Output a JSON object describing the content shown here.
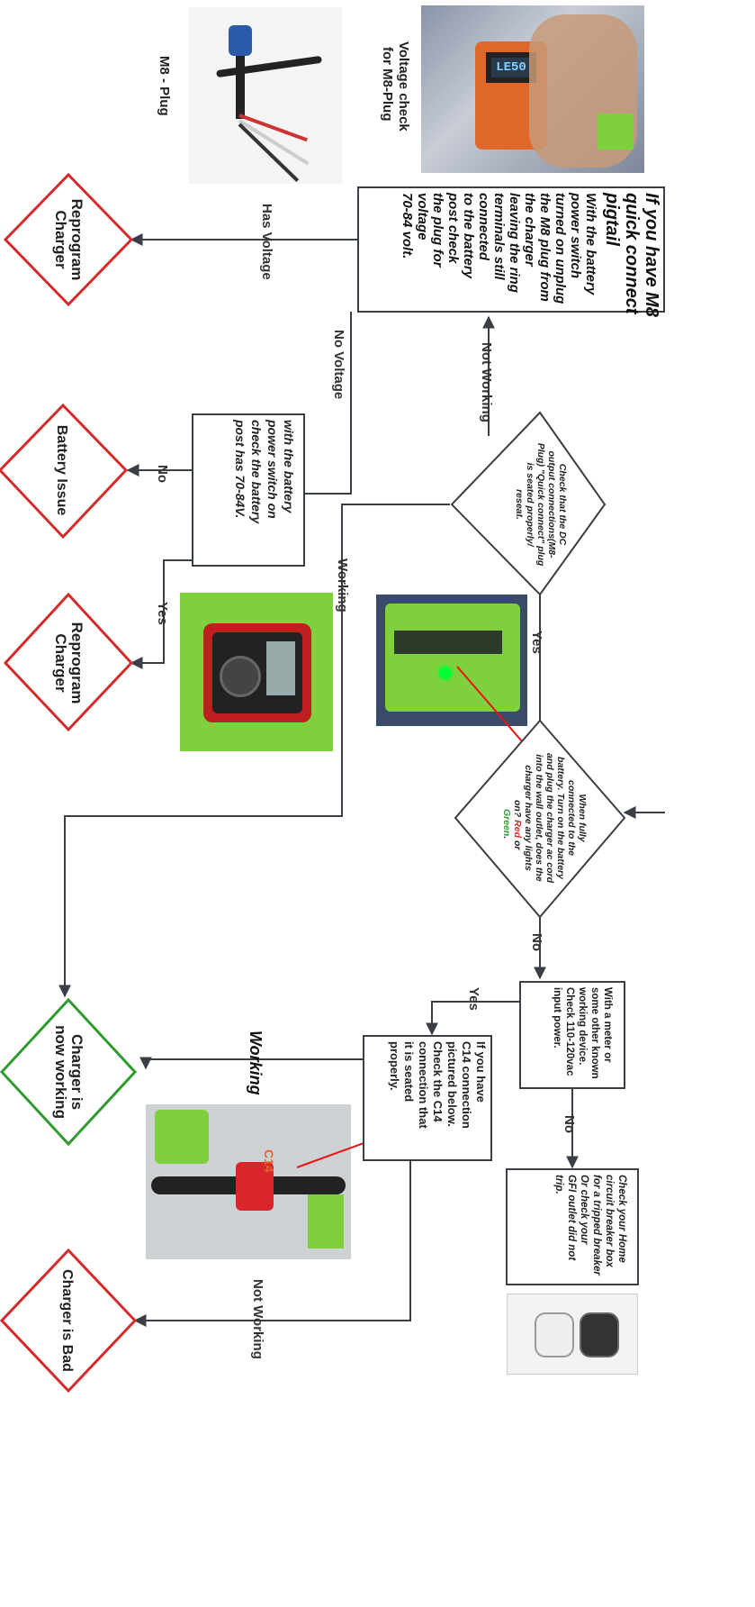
{
  "colors": {
    "red": "#d42a2a",
    "green": "#2f9a2f",
    "line": "#3a3f47",
    "text": "#222222",
    "charger_green": "#86d64a"
  },
  "captions": {
    "m8_plug": "M8 - Plug",
    "voltage_check_1": "Voltage check",
    "voltage_check_2": "for M8-Plug"
  },
  "photos": {
    "m8_plug": "m8-plug-cable-photo",
    "voltage_check": "clamp-meter-on-plug-photo",
    "charger_light": "charger-status-light-photo",
    "battery_meter": "multimeter-on-battery-photo",
    "c14": "c14-connector-photo",
    "outlet": "wall-outlet-photo"
  },
  "nodes": {
    "m8_box": {
      "title": [
        "If you have M8",
        "quick connect",
        "pigtail"
      ],
      "body": [
        "With the battery",
        "power switch",
        "turned on unplug",
        "the M8 plug from",
        "the charger",
        "leaving the ring",
        "terminals still",
        "connected",
        "to the battery",
        "post check",
        "the plug for",
        "voltage",
        "70-84 volt."
      ]
    },
    "reprogram_1": [
      "Reprogram",
      "Charger"
    ],
    "dc_check": [
      "Check that the DC",
      "output connections(M8-",
      "Plug) \"Quick connect\" plug",
      "is seated properly/",
      "reseat."
    ],
    "battery_check": [
      "with the battery",
      "power switch on",
      "check the battery",
      "post has 70-84V."
    ],
    "battery_issue": "Battery Issue",
    "reprogram_2": [
      "Reprogram",
      "Charger"
    ],
    "lights_q": {
      "lines": [
        "When fully",
        "connected to the",
        "battery. Turn on the battery",
        "and plug the charger ac cord",
        "into the wall outlet, does the",
        "charger have any lights"
      ],
      "on": "on?",
      "red": "Red",
      "or": "or",
      "green": "Green",
      "dot": "."
    },
    "power_check": [
      "With a meter or",
      "some other known",
      "working device.",
      "Check 110-120vac",
      "input power."
    ],
    "breaker_check": [
      "Check your Home",
      "circuit breaker box",
      "for a tripped breaker",
      "Or check your",
      "GFI outlet did not",
      "trip."
    ],
    "c14_check": [
      "If you have",
      "C14 connection",
      "pictured below.",
      "Check the C14",
      "connection that",
      "it is seated",
      "properly."
    ],
    "now_working": [
      "Charger is",
      "now working"
    ],
    "bad": "Charger is Bad"
  },
  "edge_labels": {
    "has_voltage": "Has Voltage",
    "no_voltage": "No Voltage",
    "not_working_1": "Not Working",
    "no_1": "No",
    "yes_1": "Yes",
    "working_1": "Working",
    "yes_2": "Yes",
    "no_2": "No",
    "no_3": "No",
    "yes_3": "Yes",
    "working_2": "Working",
    "not_working_2": "Not Working",
    "c14_tag": "C14"
  }
}
